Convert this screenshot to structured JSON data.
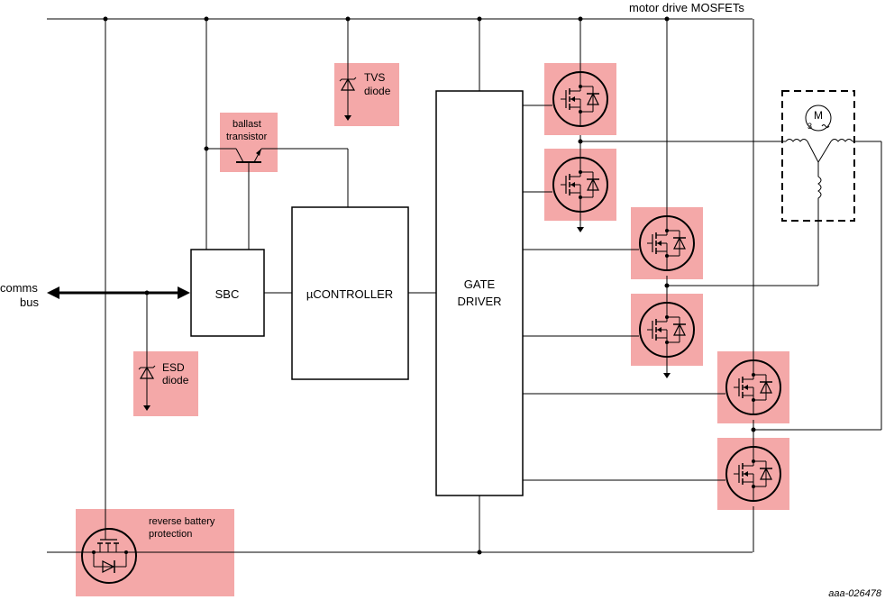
{
  "labels": {
    "motor_drive_mosfets": "motor drive MOSFETs",
    "comms_bus_line1": "comms",
    "comms_bus_line2": "bus",
    "sbc": "SBC",
    "microcontroller": "µCONTROLLER",
    "gate_driver_line1": "GATE",
    "gate_driver_line2": "DRIVER",
    "tvs_line1": "TVS",
    "tvs_line2": "diode",
    "ballast_line1": "ballast",
    "ballast_line2": "transistor",
    "esd_line1": "ESD",
    "esd_line2": "diode",
    "reverse_line1": "reverse battery",
    "reverse_line2": "protection",
    "motor_symbol": "M",
    "motor_phase": "3",
    "figure_id": "aaa-026478"
  },
  "colors": {
    "highlight": "#f4a8a8",
    "line": "#000000"
  }
}
